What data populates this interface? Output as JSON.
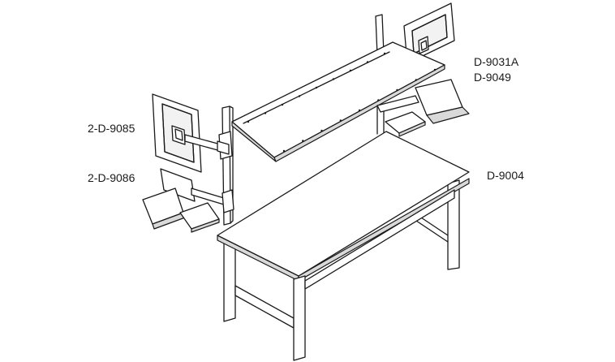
{
  "callouts": {
    "shelf": "D-9031A",
    "shelf_second": "D-9049",
    "monitor_arm": "2-D-9085",
    "keyboard_tray": "2-D-9086",
    "workbench": "D-9004"
  }
}
